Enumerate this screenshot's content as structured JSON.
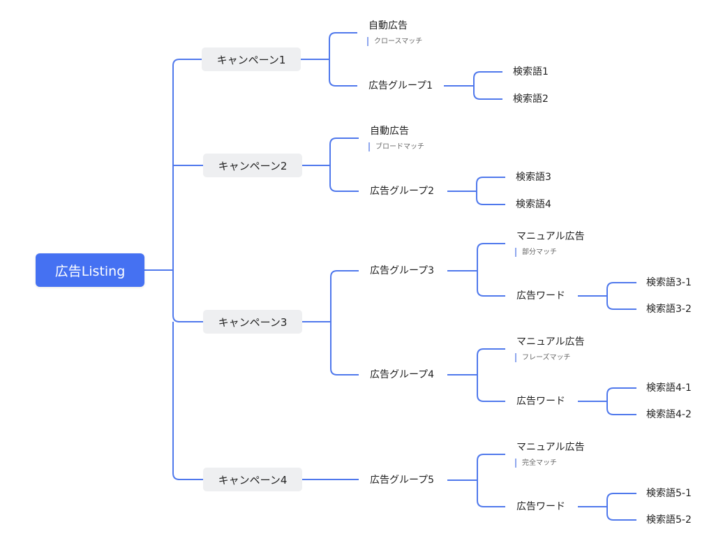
{
  "root": {
    "label": "広告Listing"
  },
  "campaigns": [
    {
      "label": "キャンペーン1"
    },
    {
      "label": "キャンペーン2"
    },
    {
      "label": "キャンペーン3"
    },
    {
      "label": "キャンペーン4"
    }
  ],
  "auto_ads": [
    {
      "label": "自動広告",
      "note": "クロースマッチ"
    },
    {
      "label": "自動広告",
      "note": "ブロードマッチ"
    }
  ],
  "ad_groups": [
    {
      "label": "広告グループ1"
    },
    {
      "label": "広告グループ2"
    },
    {
      "label": "広告グループ3"
    },
    {
      "label": "広告グループ4"
    },
    {
      "label": "広告グループ5"
    }
  ],
  "manual_ads": [
    {
      "label": "マニュアル広告",
      "note": "部分マッチ"
    },
    {
      "label": "マニュアル広告",
      "note": "フレーズマッチ"
    },
    {
      "label": "マニュアル広告",
      "note": "完全マッチ"
    }
  ],
  "ad_words": [
    {
      "label": "広告ワード"
    },
    {
      "label": "広告ワード"
    },
    {
      "label": "広告ワード"
    }
  ],
  "search_terms": [
    "検索語1",
    "検索語2",
    "検索語3",
    "検索語4",
    "検索語3-1",
    "検索語3-2",
    "検索語4-1",
    "検索語4-2",
    "検索語5-1",
    "検索語5-2"
  ],
  "colors": {
    "root": "#4571f2",
    "connector": "#4f78ec",
    "campaign_bg": "#eeeff1",
    "note_bar": "#8fa7ee"
  }
}
